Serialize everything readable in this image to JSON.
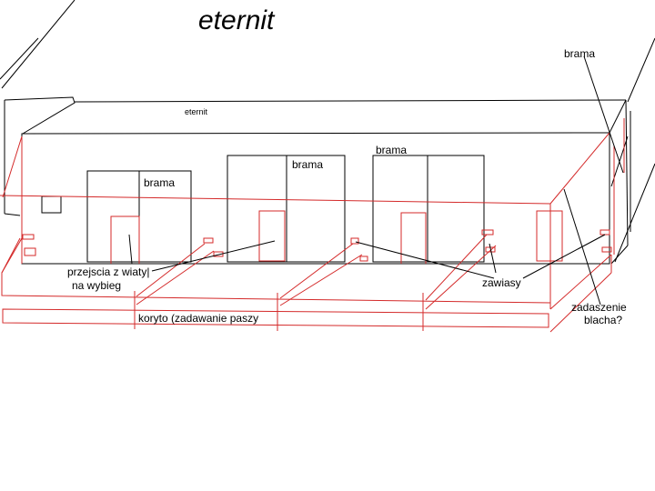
{
  "title": "eternit",
  "colors": {
    "ink": "#000000",
    "accent": "#d42a2a",
    "background": "#ffffff"
  },
  "labels": {
    "roof": "eternit",
    "gate_right_top": "brama",
    "gate_1": "brama",
    "gate_2": "brama",
    "gate_3": "brama",
    "passage_line1": "przejscia z wiaty|",
    "passage_line2": "na wybieg",
    "trough": "koryto (zadawanie paszy",
    "hinges": "zawiasy",
    "canopy_line1": "zadaszenie",
    "canopy_line2": "blacha?"
  }
}
